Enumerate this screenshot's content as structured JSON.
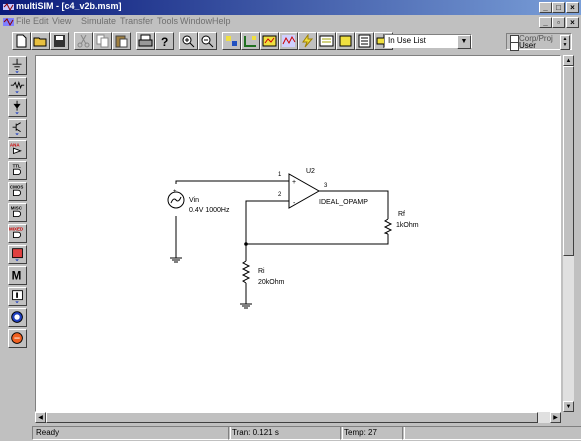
{
  "title": "multiSIM - [c4_v2b.msm]",
  "menu": [
    "File",
    "Edit",
    "View",
    "Simulate",
    "Transfer",
    "Tools",
    "Window",
    "Help"
  ],
  "toolbar": {
    "in_use_list": "In Use List",
    "corp_proj": "Corp/Proj",
    "user": "User"
  },
  "parts_bin": [
    "ANA",
    "TTL",
    "CMOS",
    "MISC",
    "MIXED",
    "M"
  ],
  "circuit": {
    "vin_name": "Vin",
    "vin_value": "0.4V 1000Hz",
    "opamp_ref": "U2",
    "opamp_model": "IDEAL_OPAMP",
    "pin1": "1",
    "pin2": "2",
    "pin3": "3",
    "rf_name": "Rf",
    "rf_value": "1kOhm",
    "ri_name": "Ri",
    "ri_value": "20kOhm"
  },
  "status": {
    "ready": "Ready",
    "tran": "Tran: 0.121 s",
    "temp": "Temp: 27"
  },
  "colors": {
    "title_start": "#0a1a7a",
    "title_end": "#7a9fd8",
    "wire": "#000000",
    "part_blue": "#1f3fbf"
  }
}
